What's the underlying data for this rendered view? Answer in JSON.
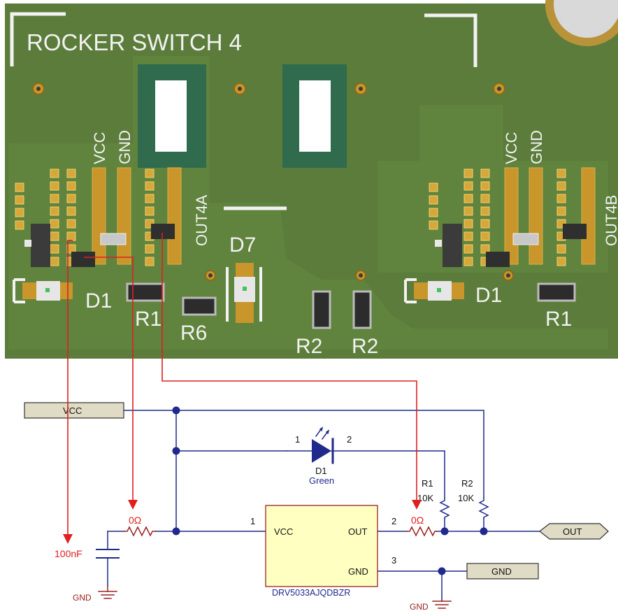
{
  "pcb": {
    "title": "ROCKER SWITCH 4",
    "labels": {
      "vcc_left": "VCC",
      "gnd_left": "GND",
      "out4a": "OUT4A",
      "d7": "D7",
      "d1_left": "D1",
      "r1_left": "R1",
      "r6": "R6",
      "r2_a": "R2",
      "r2_b": "R2",
      "vcc_right": "VCC",
      "gnd_right": "GND",
      "out4b": "OUT4B",
      "d1_right": "D1",
      "r1_right": "R1"
    },
    "colors": {
      "board": "#5e7f3c",
      "silk": "#f2f2f2",
      "gold": "#c8962a"
    }
  },
  "schematic": {
    "ports": {
      "vcc": "VCC",
      "out": "OUT",
      "gnd": "GND"
    },
    "ic": {
      "name": "DRV5033AJQDBZR",
      "pin_vcc": "VCC",
      "pin_out": "OUT",
      "pin_gnd": "GND",
      "pin1": "1",
      "pin2": "2",
      "pin3": "3"
    },
    "led": {
      "ref": "D1",
      "value": "Green",
      "pin1": "1",
      "pin2": "2"
    },
    "r1": {
      "ref": "R1",
      "value": "10K"
    },
    "r2": {
      "ref": "R2",
      "value": "10K"
    },
    "res_left": {
      "value": "0Ω"
    },
    "res_right": {
      "value": "0Ω"
    },
    "cap": {
      "value": "100nF"
    },
    "gnd_sym_left": "GND",
    "gnd_sym_right": "GND",
    "colors": {
      "wire": "#1f2a8c",
      "annotation": "#e02020",
      "label_fill": "#e0dbc4",
      "ic_fill": "#ffffc2"
    }
  }
}
